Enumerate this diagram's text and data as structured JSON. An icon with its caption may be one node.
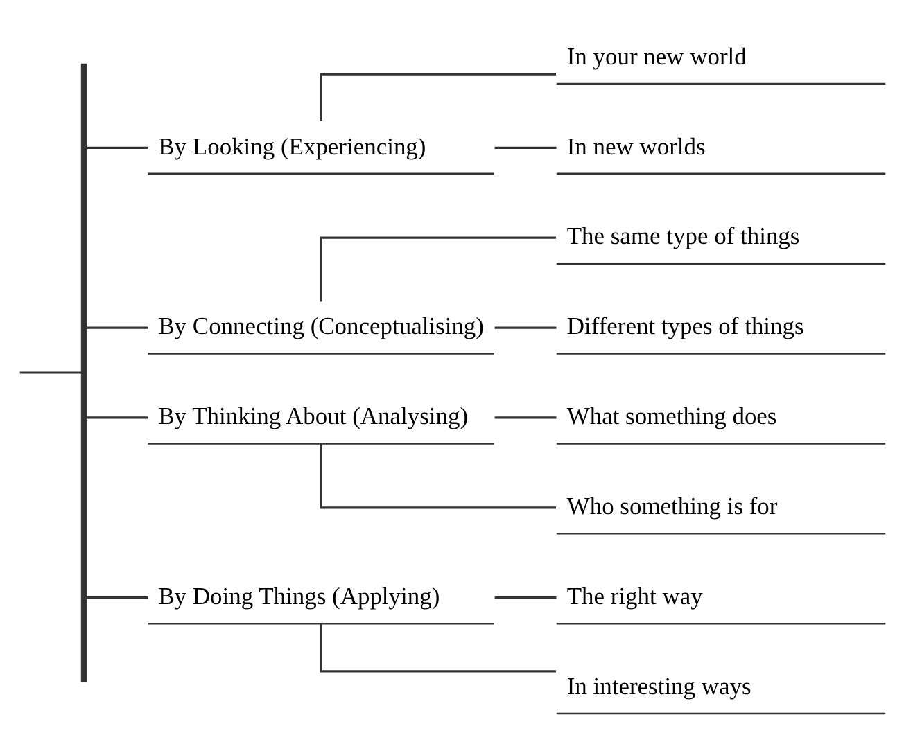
{
  "diagram": {
    "nodes": [
      {
        "text": [],
        "shape": "bar"
      },
      {
        "text": [
          "By Looking (Experiencing)"
        ]
      },
      {
        "text": [
          "In your new world"
        ]
      },
      {
        "text": [
          "In new worlds"
        ]
      },
      {
        "text": [
          "By Connecting (Conceptualising)"
        ]
      },
      {
        "text": [
          "The same type of things"
        ]
      },
      {
        "text": [
          "Different types of things"
        ]
      },
      {
        "text": [
          "By Thinking About (Analysing)"
        ]
      },
      {
        "text": [
          "What something does"
        ]
      },
      {
        "text": [
          "Who something is for"
        ]
      },
      {
        "text": [
          "By Doing Things (Applying)"
        ]
      },
      {
        "text": [
          "The right way"
        ]
      },
      {
        "text": [
          "In interesting ways"
        ]
      }
    ],
    "edges": [
      {
        "from": null,
        "to": 0,
        "arrow": "none"
      },
      {
        "from": 0,
        "to": 1,
        "arrow": "none"
      },
      {
        "from": 0,
        "to": 4,
        "arrow": "none"
      },
      {
        "from": 0,
        "to": 7,
        "arrow": "none"
      },
      {
        "from": 0,
        "to": 10,
        "arrow": "none"
      },
      {
        "from": 1,
        "to": 2,
        "arrow": "none"
      },
      {
        "from": 1,
        "to": 3,
        "arrow": "none"
      },
      {
        "from": 4,
        "to": 5,
        "arrow": "none"
      },
      {
        "from": 4,
        "to": 6,
        "arrow": "none"
      },
      {
        "from": 7,
        "to": 8,
        "arrow": "none"
      },
      {
        "from": 7,
        "to": 9,
        "arrow": "none"
      },
      {
        "from": 10,
        "to": 11,
        "arrow": "none"
      },
      {
        "from": 10,
        "to": 12,
        "arrow": "none"
      }
    ]
  }
}
